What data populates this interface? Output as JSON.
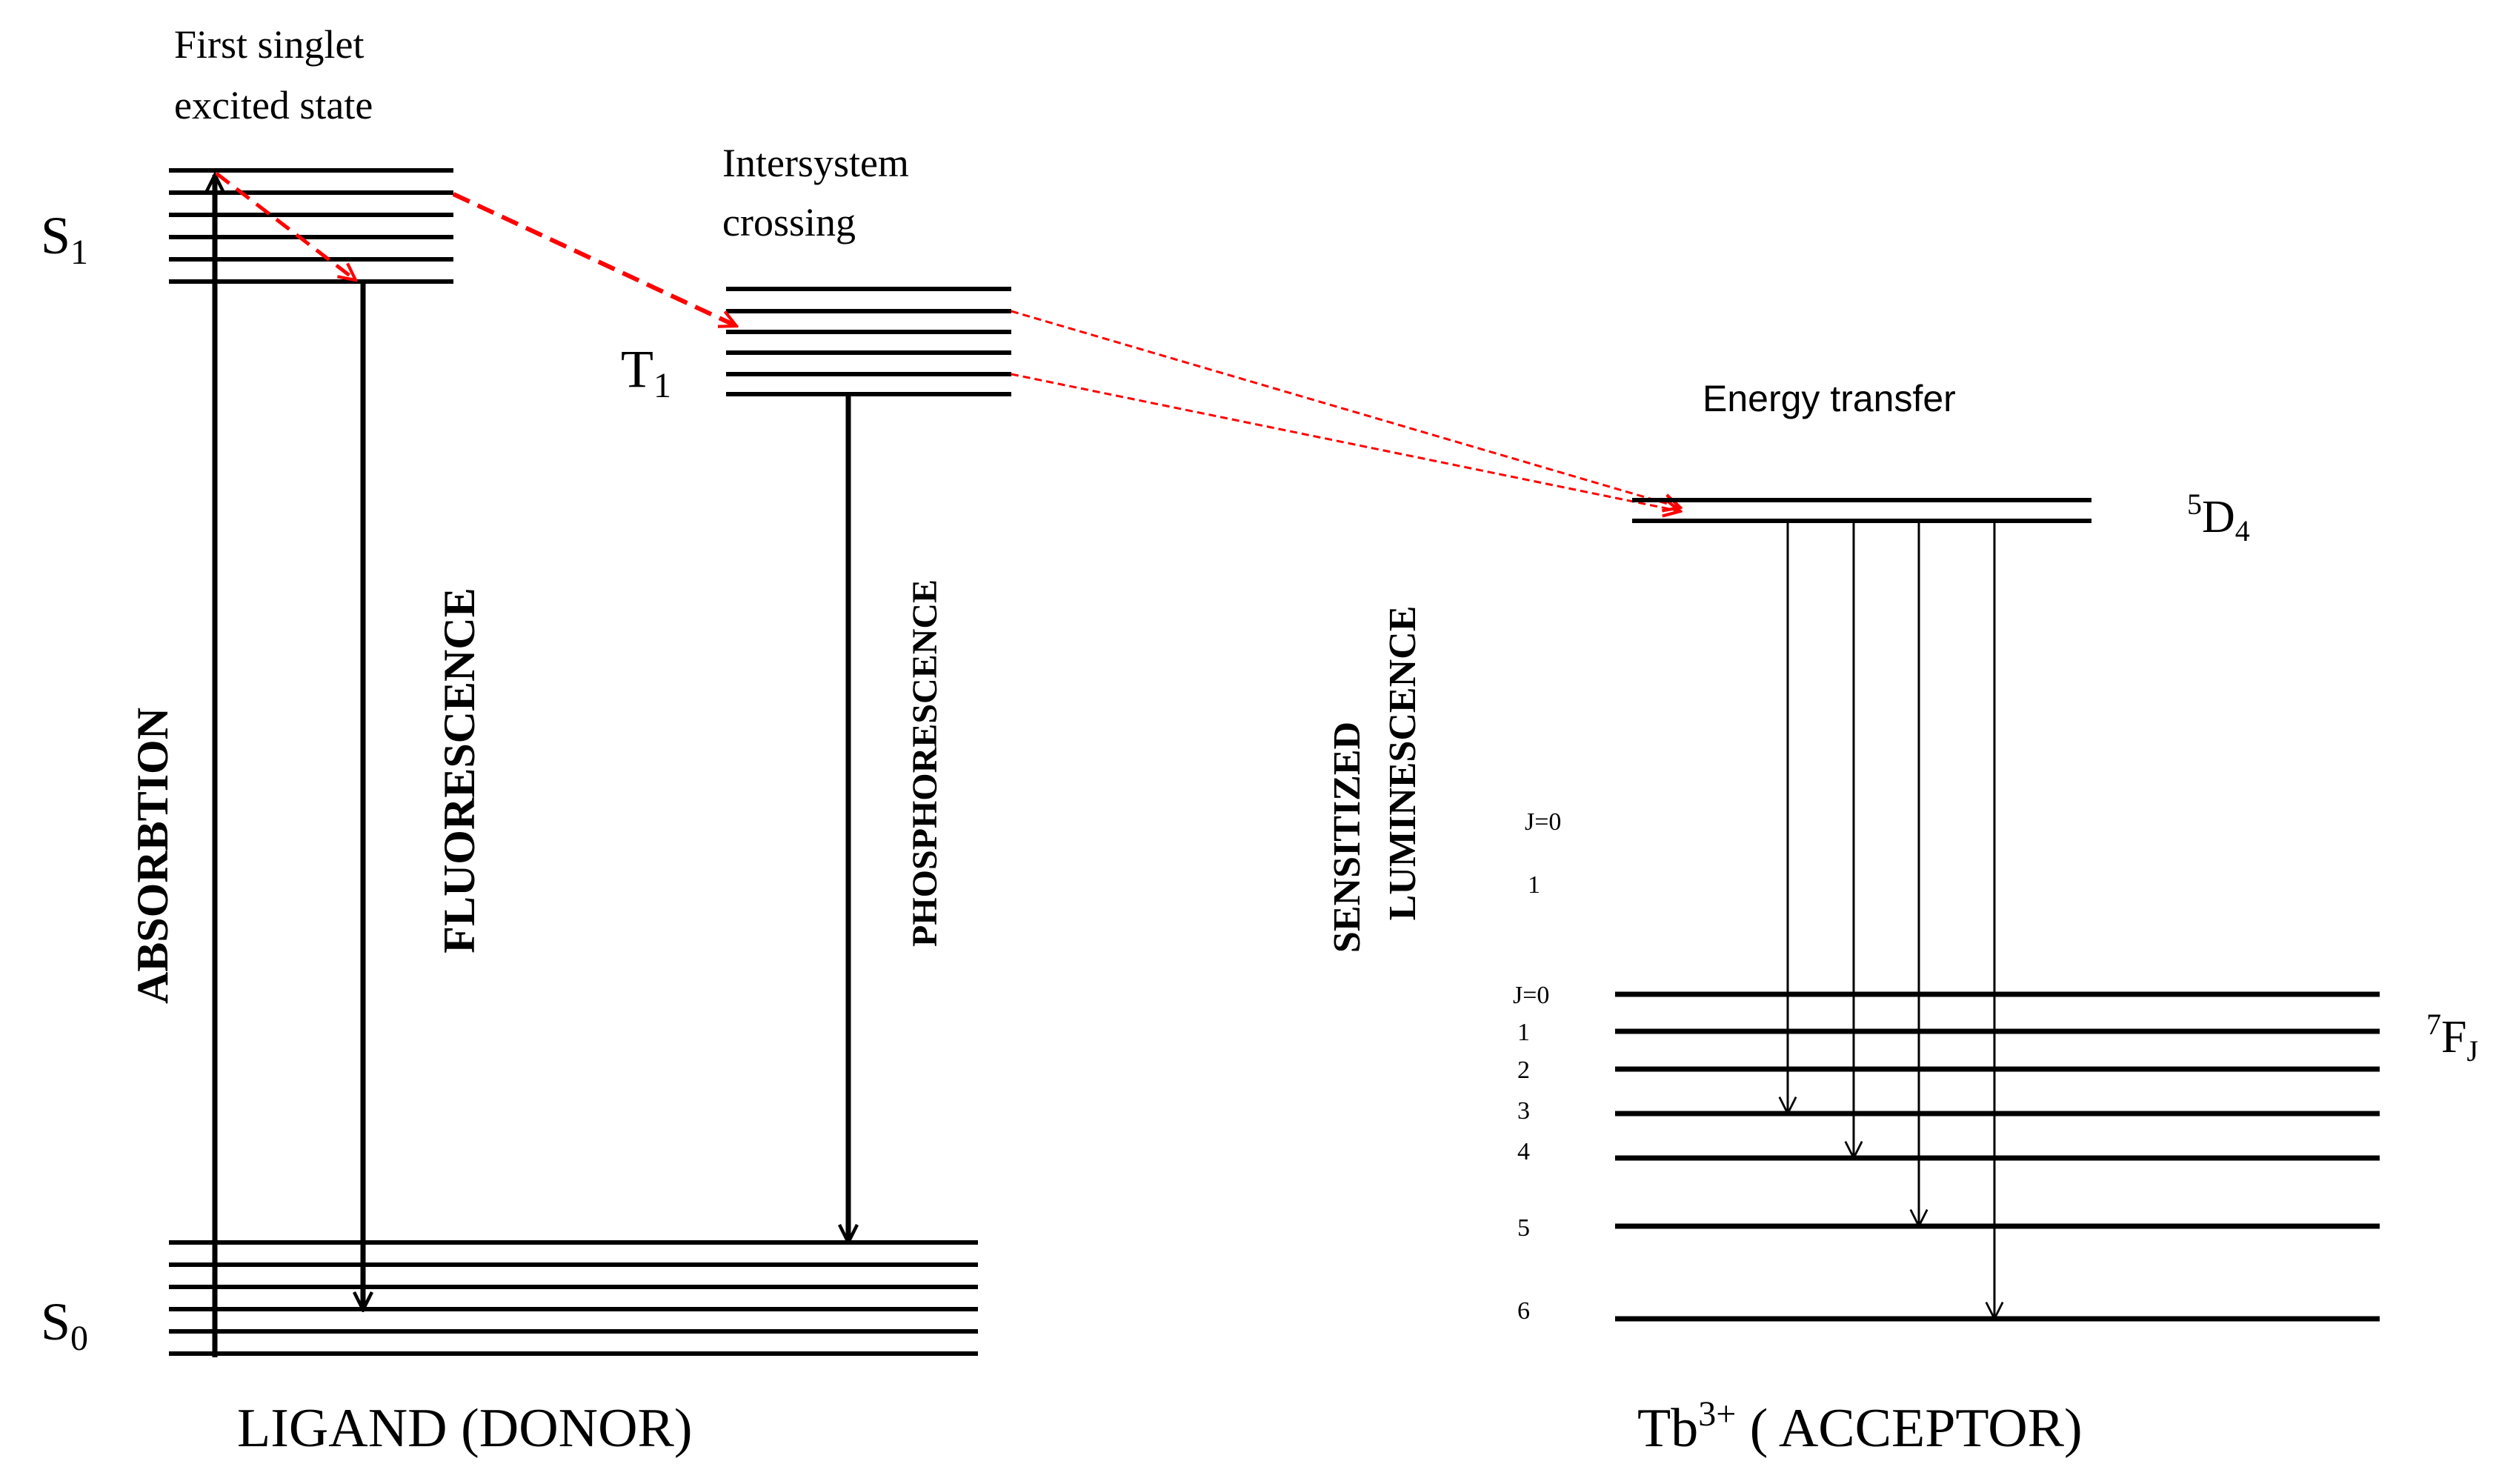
{
  "ligand": {
    "s1_caption_line1": "First singlet",
    "s1_caption_line2": "excited state",
    "s1_letter": "S",
    "s1_sub": "1",
    "t1_letter": "T",
    "t1_sub": "1",
    "s0_letter": "S",
    "s0_sub": "0",
    "isc_line1": "Intersystem",
    "isc_line2": "crossing",
    "absorption": "ABSORBTION",
    "fluorescence": "FLUORESCENCE",
    "phosphorescence": "PHOSPHORESCENCE",
    "title": "LIGAND (DONOR)"
  },
  "acceptor": {
    "energy_transfer": "Energy transfer",
    "d_sup": "5",
    "d_letter": "D",
    "d_sub": "4",
    "f_sup": "7",
    "f_letter": "F",
    "f_sub": "J",
    "sensitized": "SENSITIZED",
    "luminescence": "LUMINESCENCE",
    "title_pre": "Tb",
    "title_sup": "3+",
    "title_post": " ( ACCEPTOR)",
    "upper_j_labels": [
      "J=0",
      "1"
    ],
    "j_labels": [
      "J=0",
      "1",
      "2",
      "3",
      "4",
      "5",
      "6"
    ]
  },
  "colors": {
    "line": "#000000",
    "transfer": "#ff0000"
  }
}
